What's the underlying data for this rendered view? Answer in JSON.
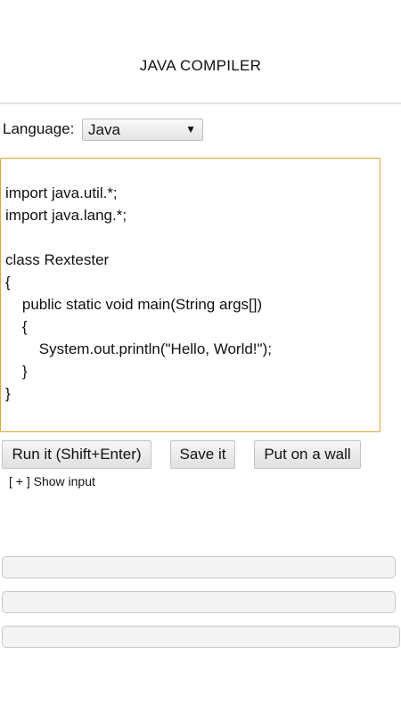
{
  "header": {
    "title": "JAVA COMPILER"
  },
  "language": {
    "label": "Language:",
    "selected": "Java",
    "arrow": "▼"
  },
  "editor": {
    "lines": [
      "import java.util.*;",
      "import java.lang.*;",
      "class Rextester",
      "{",
      "    public static void main(String args[])",
      "    {",
      "        System.out.println(\"Hello, World!\");",
      "    }",
      "}"
    ]
  },
  "actions": {
    "run_label": "Run it (Shift+Enter)",
    "save_label": "Save it",
    "wall_label": "Put on a wall",
    "show_input_label": "[ + ] Show input"
  },
  "colors": {
    "editor_border": "#e2a63a",
    "header_divider": "#e3e3e3",
    "output_box_bg": "#f3f3f3"
  }
}
